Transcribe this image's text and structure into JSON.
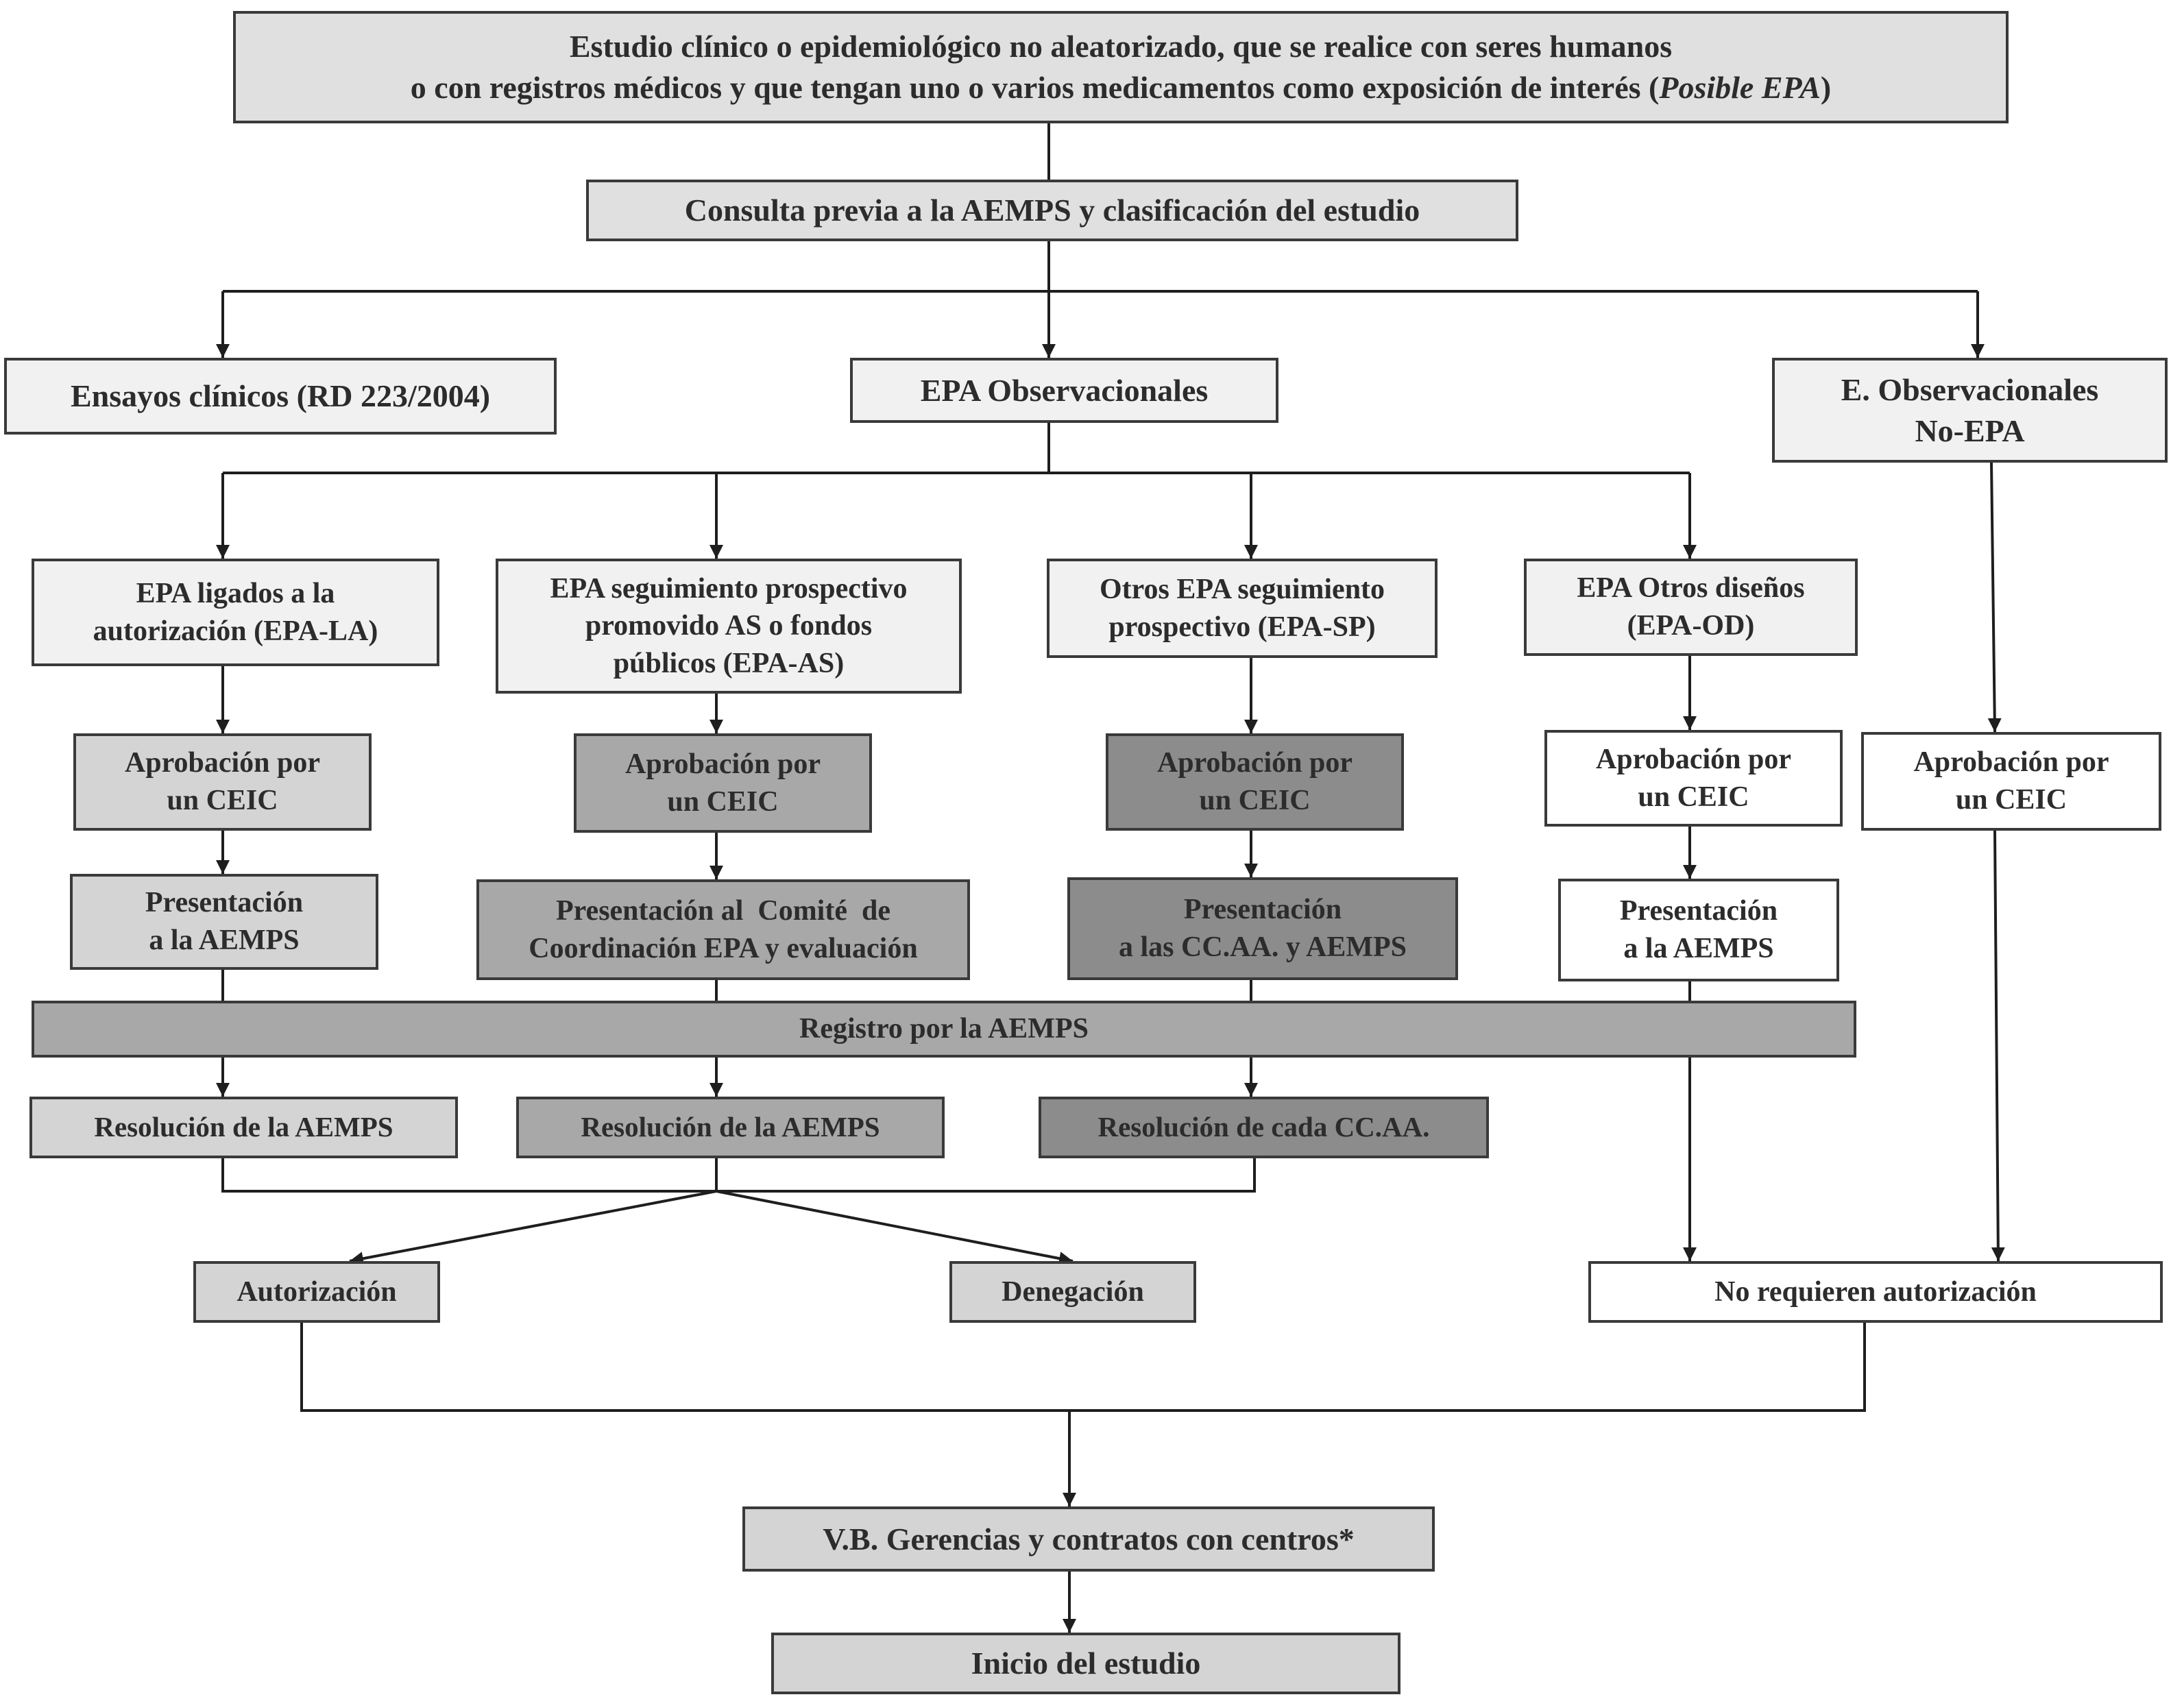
{
  "nodes": {
    "top": {
      "line1": "Estudio clínico o epidemiológico no aleatorizado, que se realice con seres humanos",
      "line2_prefix": "o con registros médicos y que tengan uno o varios medicamentos como exposición de interés (",
      "line2_italic": "Posible EPA",
      "line2_suffix": ")"
    },
    "consulta": "Consulta previa a la AEMPS y clasificación del estudio",
    "ensayos": "Ensayos clínicos (RD 223/2004)",
    "epa_obs": "EPA Observacionales",
    "no_epa": {
      "line1": "E. Observacionales",
      "line2": "No-EPA"
    },
    "epa_la": {
      "line1": "EPA ligados a la",
      "line2": "autorización (EPA-LA)"
    },
    "epa_as": {
      "line1": "EPA seguimiento prospectivo",
      "line2": "promovido AS o fondos",
      "line3": "públicos (EPA-AS)"
    },
    "epa_sp": {
      "line1": "Otros EPA seguimiento",
      "line2": "prospectivo (EPA-SP)"
    },
    "epa_od": {
      "line1": "EPA Otros diseños",
      "line2": "(EPA-OD)"
    },
    "ceic": {
      "line1": "Aprobación por",
      "line2": "un CEIC"
    },
    "pres_la": {
      "line1": "Presentación",
      "line2": "a la AEMPS"
    },
    "pres_as": {
      "line1": "Presentación al  Comité  de",
      "line2": "Coordinación EPA y evaluación"
    },
    "pres_sp": {
      "line1": "Presentación",
      "line2": "a las CC.AA. y AEMPS"
    },
    "pres_od": {
      "line1": "Presentación",
      "line2": "a la AEMPS"
    },
    "registro": "Registro por la AEMPS",
    "res_aemps": "Resolución de la AEMPS",
    "res_ccaa": "Resolución de cada CC.AA.",
    "autorizacion": "Autorización",
    "denegacion": "Denegación",
    "no_requieren": "No requieren autorización",
    "vb": "V.B. Gerencias y contratos con centros*",
    "inicio": "Inicio del estudio"
  },
  "colors": {
    "line": "#1e1e1e",
    "white_fill": "#ffffff",
    "light_fill": "#f1f1f1",
    "mid_fill": "#d4d4d4",
    "dark_fill": "#a8a8a8",
    "darker_fill": "#8c8c8c"
  }
}
